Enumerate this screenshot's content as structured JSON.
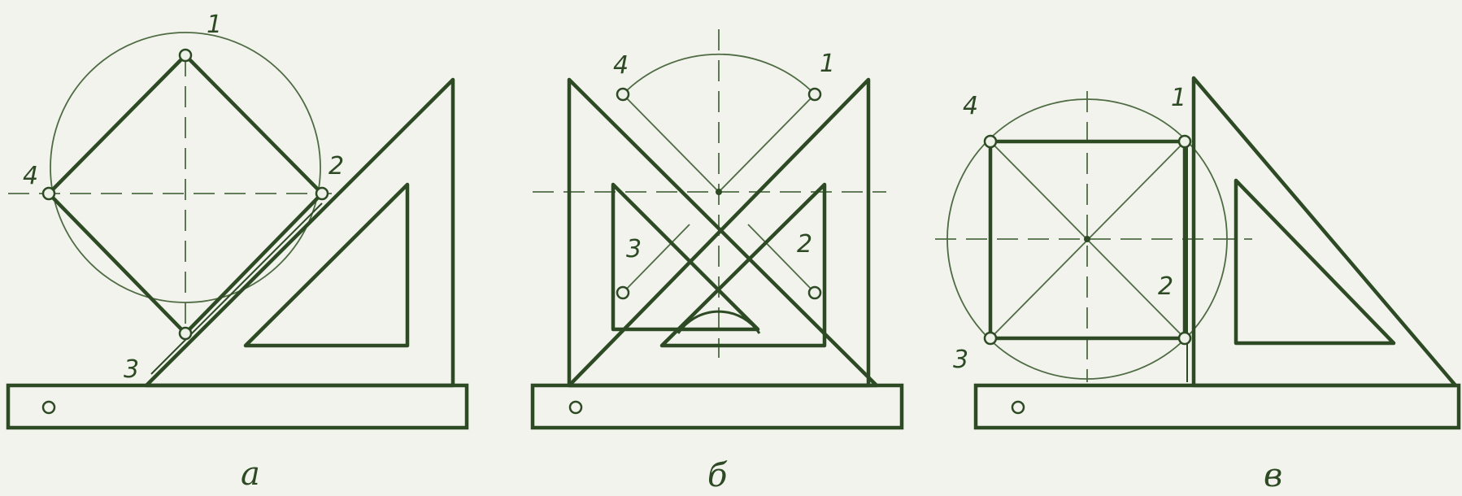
{
  "colors": {
    "background": "#f1f3ec",
    "ink": "#2d4a24",
    "thin_line": "#4f6b44",
    "marker_fill": "#eef1e8"
  },
  "panels": {
    "a": {
      "caption": "а",
      "points": {
        "p1": "1",
        "p2": "2",
        "p3": "3",
        "p4": "4"
      }
    },
    "b": {
      "caption": "б",
      "points": {
        "p1": "1",
        "p2": "2",
        "p3": "3",
        "p4": "4"
      }
    },
    "v": {
      "caption": "в",
      "points": {
        "p1": "1",
        "p2": "2",
        "p3": "3",
        "p4": "4"
      }
    }
  }
}
